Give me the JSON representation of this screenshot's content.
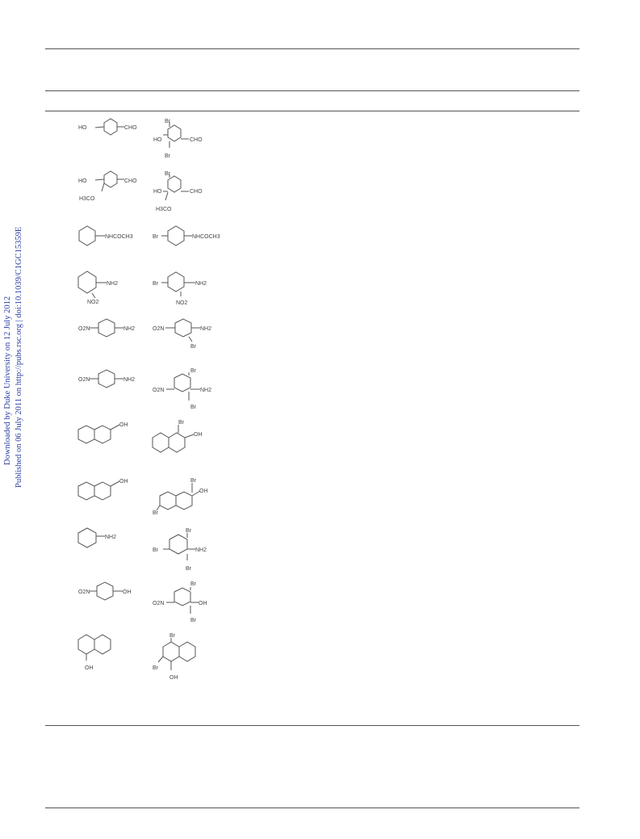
{
  "sidebar": {
    "download_line": "Downloaded by Duke University on 12 July 2012",
    "published_line": "Published on 06 July 2011 on http://pubs.rsc.org | doi:10.1039/C1GC15359E"
  },
  "rows": [
    {
      "substrate": {
        "l": "HO",
        "r": "CHO"
      },
      "product": {
        "t": "Br",
        "l": "HO",
        "r": "CHO",
        "b": "Br"
      }
    },
    {
      "substrate": {
        "l": "HO",
        "r": "CHO",
        "b": "H3CO"
      },
      "product": {
        "t": "Br",
        "l": "HO",
        "r": "CHO",
        "b": "H3CO"
      }
    },
    {
      "substrate": {
        "r": "NHCOCH3"
      },
      "product": {
        "l": "Br",
        "r": "NHCOCH3"
      }
    },
    {
      "substrate": {
        "r": "NH2",
        "b": "NO2"
      },
      "product": {
        "l": "Br",
        "r": "NH2",
        "b": "NO2"
      }
    },
    {
      "substrate": {
        "l": "O2N",
        "r": "NH2"
      },
      "product": {
        "l": "O2N",
        "r": "NH2",
        "b": "Br"
      }
    },
    {
      "substrate": {
        "l": "O2N",
        "r": "NH2"
      },
      "product": {
        "t": "Br",
        "l": "O2N",
        "r": "NH2",
        "b": "Br"
      }
    },
    {
      "substrate": {
        "r": "OH"
      },
      "product": {
        "t": "Br",
        "r": "OH"
      }
    },
    {
      "substrate": {
        "r": "OH"
      },
      "product": {
        "t": "Br",
        "r": "OH",
        "l": "Br"
      }
    },
    {
      "substrate": {
        "r": "NH2"
      },
      "product": {
        "t": "Br",
        "l": "Br",
        "r": "NH2",
        "b": "Br"
      }
    },
    {
      "substrate": {
        "l": "O2N",
        "r": "OH"
      },
      "product": {
        "t": "Br",
        "l": "O2N",
        "r": "OH",
        "b": "Br"
      }
    },
    {
      "substrate": {
        "b": "OH"
      },
      "product": {
        "t": "Br",
        "l": "Br",
        "b": "OH"
      }
    }
  ]
}
